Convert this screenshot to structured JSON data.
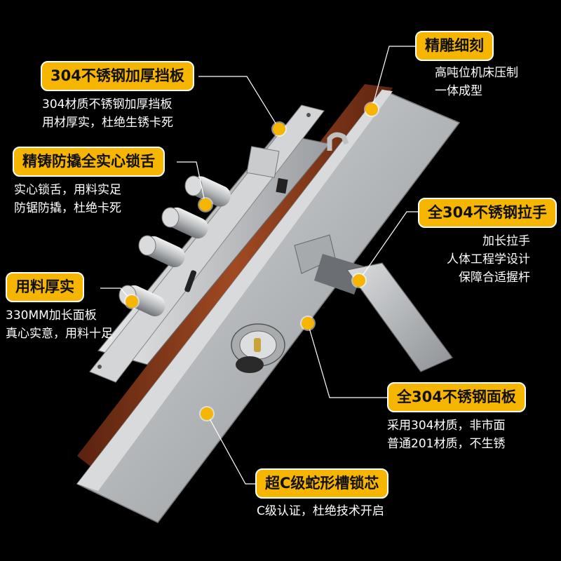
{
  "callouts": {
    "plate": {
      "title": "304不锈钢加厚挡板",
      "lines": [
        "304材质不锈钢加厚挡板",
        "用材厚实，杜绝生锈卡死"
      ]
    },
    "bolt": {
      "title": "精铸防撬全实心锁舌",
      "lines": [
        "实心锁舌，用料实足",
        "防锯防撬，杜绝卡死"
      ]
    },
    "solid": {
      "title": "用料厚实",
      "lines": [
        "330MM加长面板",
        "真心实意，用料十足"
      ]
    },
    "carve": {
      "title": "精雕细刻",
      "lines": [
        "高吨位机床压制",
        "一体成型"
      ]
    },
    "handle": {
      "title": "全304不锈钢拉手",
      "lines": [
        "加长拉手",
        "人体工程学设计",
        "保障合适握杆"
      ]
    },
    "panel": {
      "title": "全304不锈钢面板",
      "lines": [
        "采用304材质，非市面",
        "普通201材质，不生锈"
      ]
    },
    "core": {
      "title": "超C级蛇形槽锁芯",
      "lines": [
        "C级认证，杜绝技术开启"
      ]
    }
  },
  "colors": {
    "accent": "#f6b500",
    "background": "#000000",
    "text": "#ffffff",
    "steel": "#b9bcbf",
    "copper": "#8a3a1c"
  }
}
